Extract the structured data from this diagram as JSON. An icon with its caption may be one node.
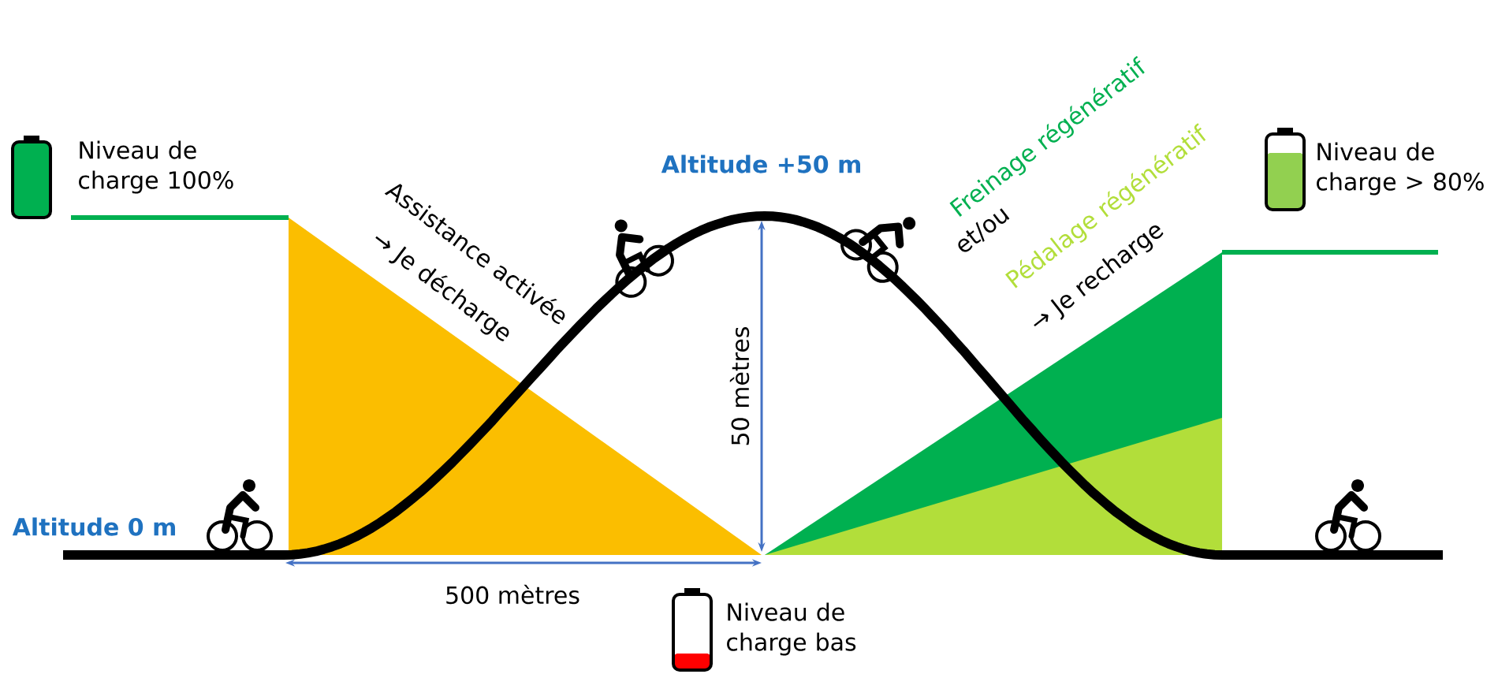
{
  "diagram": {
    "labels": [
      "Niveau de charge 100%",
      "Assistance activée",
      "→ Je décharge",
      "Altitude +50 m",
      "Freinage régénératif",
      "et/ou",
      "Pédalage régénératif",
      "→ Je recharge",
      "Niveau de charge > 80%",
      "Altitude 0 m",
      "50 mètres",
      "500 mètres",
      "Niveau de charge bas"
    ]
  }
}
